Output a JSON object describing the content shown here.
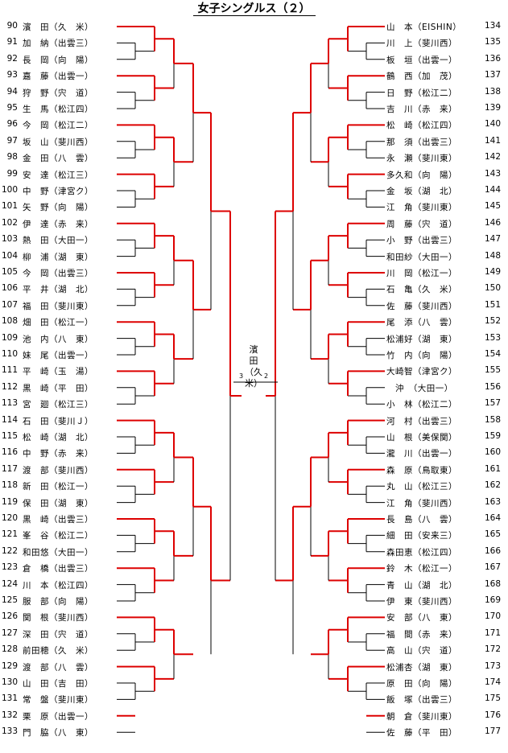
{
  "title": "女子シングルス（２）",
  "winner": [
    "濱",
    "田",
    "（久",
    "米）"
  ],
  "final_scores": {
    "left": "3",
    "right": "2"
  },
  "left": [
    {
      "num": "90",
      "name": "濱　田（久　米）"
    },
    {
      "num": "91",
      "name": "加　納（出雲三）"
    },
    {
      "num": "92",
      "name": "長　岡（向　陽）"
    },
    {
      "num": "93",
      "name": "嘉　藤（出雲一）"
    },
    {
      "num": "94",
      "name": "狩　野（宍　道）"
    },
    {
      "num": "95",
      "name": "生　馬（松江四）"
    },
    {
      "num": "96",
      "name": "今　岡（松江二）"
    },
    {
      "num": "97",
      "name": "坂　山（斐川西）"
    },
    {
      "num": "98",
      "name": "金　田（八　雲）"
    },
    {
      "num": "99",
      "name": "安　達（松江三）"
    },
    {
      "num": "100",
      "name": "中　野（津宮ク）"
    },
    {
      "num": "101",
      "name": "矢　野（向　陽）"
    },
    {
      "num": "102",
      "name": "伊　達（赤　来）"
    },
    {
      "num": "103",
      "name": "熱　田（大田一）"
    },
    {
      "num": "104",
      "name": "柳　浦（湖　東）"
    },
    {
      "num": "105",
      "name": "今　岡（出雲三）"
    },
    {
      "num": "106",
      "name": "平　井（湖　北）"
    },
    {
      "num": "107",
      "name": "福　田（斐川東）"
    },
    {
      "num": "108",
      "name": "畑　田（松江一）"
    },
    {
      "num": "109",
      "name": "池　内（八　東）"
    },
    {
      "num": "110",
      "name": "妹　尾（出雲一）"
    },
    {
      "num": "111",
      "name": "平　崎（玉　湯）"
    },
    {
      "num": "112",
      "name": "黒　崎（平　田）"
    },
    {
      "num": "113",
      "name": "宮　廻（松江三）"
    },
    {
      "num": "114",
      "name": "石　田（斐川Ｊ）"
    },
    {
      "num": "115",
      "name": "松　崎（湖　北）"
    },
    {
      "num": "116",
      "name": "中　野（赤　来）"
    },
    {
      "num": "117",
      "name": "渡　部（斐川西）"
    },
    {
      "num": "118",
      "name": "新　田（松江一）"
    },
    {
      "num": "119",
      "name": "保　田（湖　東）"
    },
    {
      "num": "120",
      "name": "黒　崎（出雲三）"
    },
    {
      "num": "121",
      "name": "峯　谷（松江二）"
    },
    {
      "num": "122",
      "name": "和田悠（大田一）"
    },
    {
      "num": "123",
      "name": "倉　橋（出雲三）"
    },
    {
      "num": "124",
      "name": "川　本（松江四）"
    },
    {
      "num": "125",
      "name": "服　部（向　陽）"
    },
    {
      "num": "126",
      "name": "関　根（斐川西）"
    },
    {
      "num": "127",
      "name": "深　田（宍　道）"
    },
    {
      "num": "128",
      "name": "前田穂（久　米）"
    },
    {
      "num": "129",
      "name": "渡　部（八　雲）"
    },
    {
      "num": "130",
      "name": "山　田（吉　田）"
    },
    {
      "num": "131",
      "name": "常　盤（斐川東）"
    },
    {
      "num": "132",
      "name": "栗　原（出雲一）"
    },
    {
      "num": "133",
      "name": "門　脇（八　東）"
    }
  ],
  "right": [
    {
      "num": "134",
      "name": "山　本（EISHIN）"
    },
    {
      "num": "135",
      "name": "川　上（斐川西）"
    },
    {
      "num": "136",
      "name": "板　垣（出雲一）"
    },
    {
      "num": "137",
      "name": "鶴　西（加　茂）"
    },
    {
      "num": "138",
      "name": "日　野（松江二）"
    },
    {
      "num": "139",
      "name": "吉　川（赤　来）"
    },
    {
      "num": "140",
      "name": "松　崎（松江四）"
    },
    {
      "num": "141",
      "name": "那　須（出雲三）"
    },
    {
      "num": "142",
      "name": "永　瀬（斐川東）"
    },
    {
      "num": "143",
      "name": "多久和（向　陽）"
    },
    {
      "num": "144",
      "name": "金　坂（湖　北）"
    },
    {
      "num": "145",
      "name": "江　角（斐川東）"
    },
    {
      "num": "146",
      "name": "周　藤（宍　道）"
    },
    {
      "num": "147",
      "name": "小　野（出雲三）"
    },
    {
      "num": "148",
      "name": "和田紗（大田一）"
    },
    {
      "num": "149",
      "name": "川　岡（松江一）"
    },
    {
      "num": "150",
      "name": "石　亀（久　米）"
    },
    {
      "num": "151",
      "name": "佐　藤（斐川西）"
    },
    {
      "num": "152",
      "name": "尾　添（八　雲）"
    },
    {
      "num": "153",
      "name": "松浦好（湖　東）"
    },
    {
      "num": "154",
      "name": "竹　内（向　陽）"
    },
    {
      "num": "155",
      "name": "大崎智（津宮ク）"
    },
    {
      "num": "156",
      "name": "　沖　（大田一）"
    },
    {
      "num": "157",
      "name": "小　林（松江二）"
    },
    {
      "num": "158",
      "name": "河　村（出雲三）"
    },
    {
      "num": "159",
      "name": "山　根（美保関）"
    },
    {
      "num": "160",
      "name": "瀧　川（出雲一）"
    },
    {
      "num": "161",
      "name": "森　原（鳥取東）"
    },
    {
      "num": "162",
      "name": "丸　山（松江三）"
    },
    {
      "num": "163",
      "name": "江　角（斐川西）"
    },
    {
      "num": "164",
      "name": "長　島（八　雲）"
    },
    {
      "num": "165",
      "name": "細　田（安来三）"
    },
    {
      "num": "166",
      "name": "森田恵（松江四）"
    },
    {
      "num": "167",
      "name": "鈴　木（松江一）"
    },
    {
      "num": "168",
      "name": "青　山（湖　北）"
    },
    {
      "num": "169",
      "name": "伊　東（斐川西）"
    },
    {
      "num": "170",
      "name": "安　部（八　東）"
    },
    {
      "num": "171",
      "name": "福　間（赤　来）"
    },
    {
      "num": "172",
      "name": "高　山（宍　道）"
    },
    {
      "num": "173",
      "name": "松浦杏（湖　東）"
    },
    {
      "num": "174",
      "name": "原　田（向　陽）"
    },
    {
      "num": "175",
      "name": "飯　塚（出雲三）"
    },
    {
      "num": "176",
      "name": "朝　倉（斐川東）"
    },
    {
      "num": "177",
      "name": "佐　藤（平　田）"
    }
  ],
  "colors": {
    "win": "#dd0000",
    "loss": "#000000"
  }
}
